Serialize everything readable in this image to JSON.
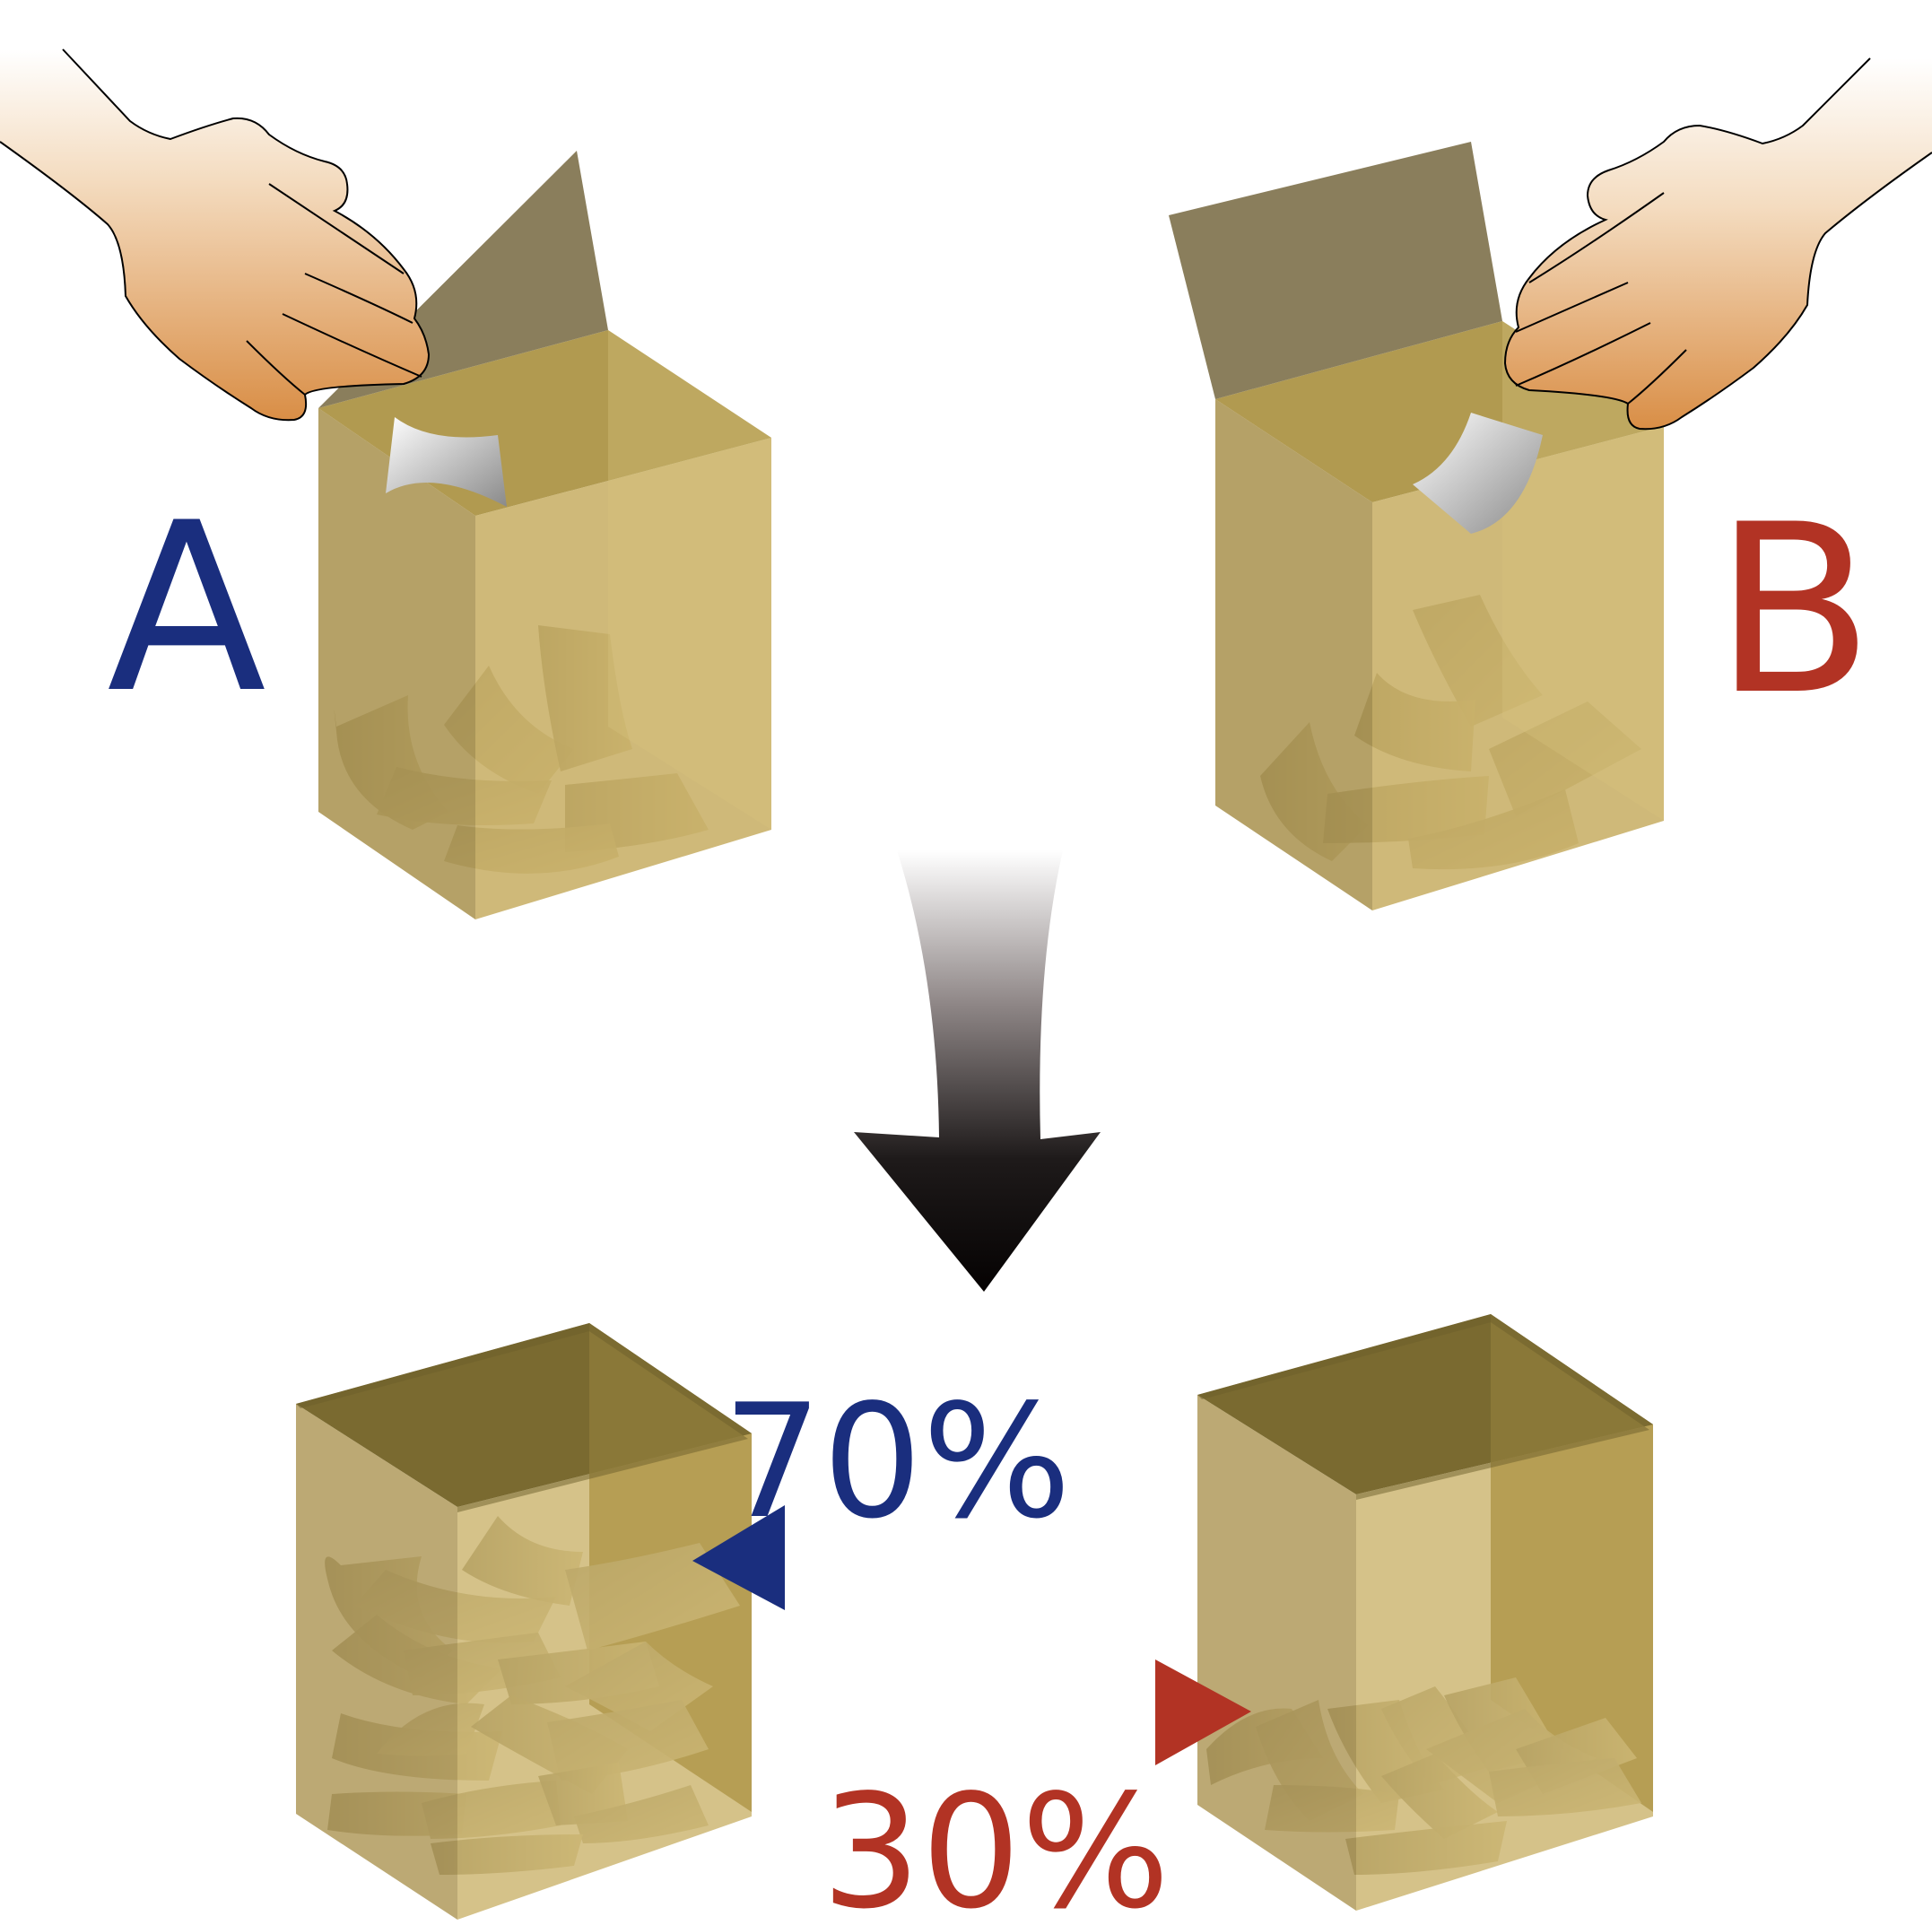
{
  "labels": {
    "candidate_a": "A",
    "candidate_b": "B",
    "result_a": "70%",
    "result_b": "30%"
  },
  "results": {
    "a_percent": 70,
    "b_percent": 30
  },
  "colors": {
    "a_blue": "#1a2e7e",
    "b_red": "#b23324",
    "box_front": "#a58c46",
    "box_side": "#c8ad60",
    "box_lid": "#8a7e5c",
    "box_inside": "#7a6a30",
    "paper": "#d8d0b0",
    "hand_light": "#f8e8d6",
    "hand_dark": "#d9954d"
  },
  "icons": {
    "hand_left": "hand-icon",
    "hand_right": "hand-icon",
    "arrow": "arrow-down-icon"
  }
}
